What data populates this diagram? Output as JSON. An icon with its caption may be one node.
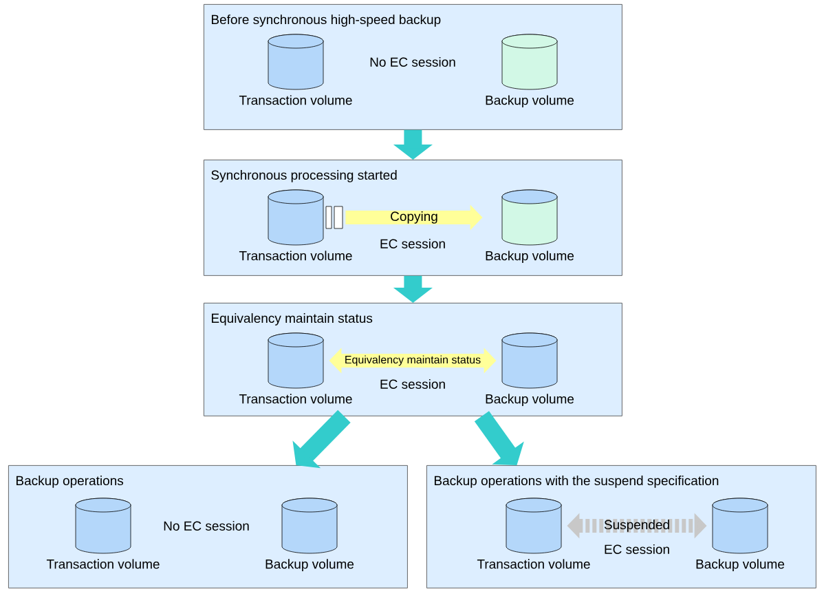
{
  "diagram": {
    "nodes": [
      {
        "text": [
          "Before synchronous high-speed backup"
        ]
      },
      {
        "text": [
          "Transaction volume"
        ],
        "in": 0
      },
      {
        "text": [
          "Backup volume"
        ],
        "in": 0
      },
      {
        "text": [
          "Synchronous processing started"
        ]
      },
      {
        "text": [
          "Transaction volume"
        ],
        "in": 3
      },
      {
        "text": [
          "Backup volume"
        ],
        "in": 3
      },
      {
        "text": [
          "Equivalency maintain status"
        ]
      },
      {
        "text": [
          "Transaction volume"
        ],
        "in": 6
      },
      {
        "text": [
          "Backup volume"
        ],
        "in": 6
      },
      {
        "text": [
          "Backup operations"
        ]
      },
      {
        "text": [
          "Transaction volume"
        ],
        "in": 9
      },
      {
        "text": [
          "Backup volume"
        ],
        "in": 9
      },
      {
        "text": [
          "Backup operations with the suspend specification"
        ]
      },
      {
        "text": [
          "Transaction volume"
        ],
        "in": 12
      },
      {
        "text": [
          "Backup volume"
        ],
        "in": 12
      }
    ],
    "edges": [
      {
        "from": 0,
        "to": 3,
        "arrow": "to",
        "color": "#33cccc"
      },
      {
        "from": 3,
        "to": 6,
        "arrow": "to",
        "color": "#33cccc"
      },
      {
        "from": 6,
        "to": 9,
        "arrow": "to",
        "color": "#33cccc"
      },
      {
        "from": 6,
        "to": 12,
        "arrow": "to",
        "color": "#33cccc"
      },
      {
        "from": 4,
        "to": 5,
        "arrow": "to",
        "label": "Copying",
        "color": "#ffff99"
      },
      {
        "from": 7,
        "to": 8,
        "arrow": "both",
        "label": "Equivalency maintain status",
        "color": "#ffff99"
      },
      {
        "from": 13,
        "to": 14,
        "arrow": "both",
        "label": "Suspended",
        "style": "dashed",
        "color": "#c8c8c8"
      }
    ],
    "labels": [
      "No EC session",
      "EC session",
      "EC session",
      "No EC session",
      "EC session"
    ]
  }
}
